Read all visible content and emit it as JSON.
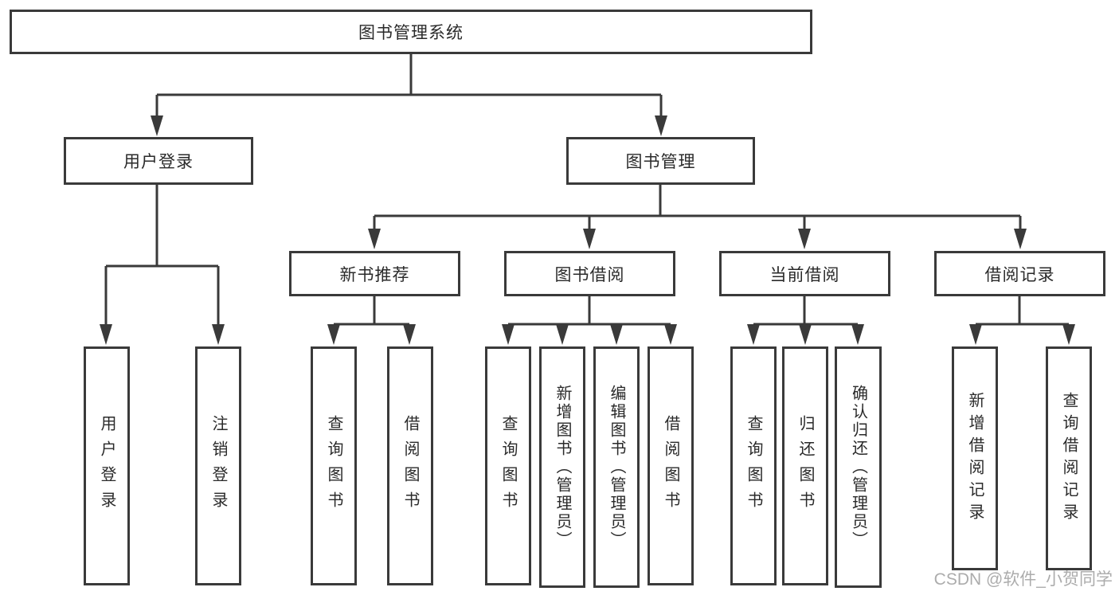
{
  "diagram": {
    "root": {
      "label": "图书管理系统"
    },
    "branches": [
      {
        "label": "用户登录",
        "children": [
          {
            "label": "用户登录"
          },
          {
            "label": "注销登录"
          }
        ]
      },
      {
        "label": "图书管理",
        "sections": [
          {
            "label": "新书推荐",
            "children": [
              {
                "label": "查询图书"
              },
              {
                "label": "借阅图书"
              }
            ]
          },
          {
            "label": "图书借阅",
            "children": [
              {
                "label": "查询图书"
              },
              {
                "label": "新增图书（管理员）"
              },
              {
                "label": "编辑图书（管理员）"
              },
              {
                "label": "借阅图书"
              }
            ]
          },
          {
            "label": "当前借阅",
            "children": [
              {
                "label": "查询图书"
              },
              {
                "label": "归还图书"
              },
              {
                "label": "确认归还（管理员）"
              }
            ]
          },
          {
            "label": "借阅记录",
            "children": [
              {
                "label": "新增借阅记录"
              },
              {
                "label": "查询借阅记录"
              }
            ]
          }
        ]
      }
    ]
  },
  "watermark": "CSDN @软件_小贺同学",
  "colors": {
    "line": "#3a3a3a",
    "box_border": "#3a3a3a",
    "text": "#2a2a2a",
    "background": "#ffffff",
    "watermark": "#9e9e9e"
  }
}
